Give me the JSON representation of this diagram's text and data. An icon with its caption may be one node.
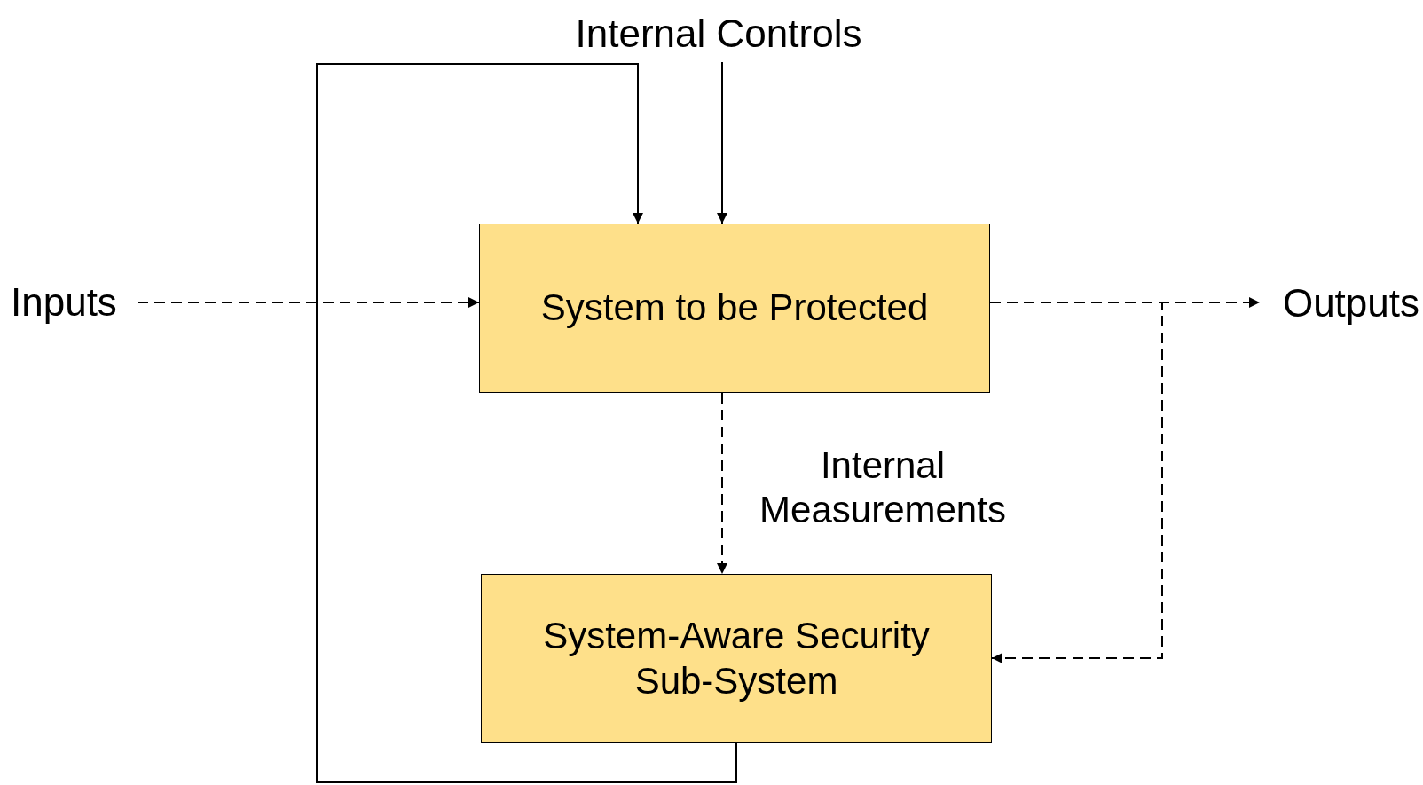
{
  "diagram": {
    "nodes": [
      {
        "text": [
          "Inputs"
        ]
      },
      {
        "text": [
          "Internal Controls"
        ]
      },
      {
        "text": [
          "System to be Protected"
        ]
      },
      {
        "text": [
          "Outputs"
        ]
      },
      {
        "text": [
          "System-Aware Security Sub-System"
        ]
      }
    ],
    "edges": [
      {
        "from": 0,
        "to": 2,
        "arrow": "to",
        "style": "dashed"
      },
      {
        "from": 1,
        "to": 2,
        "arrow": "to"
      },
      {
        "from": 2,
        "to": 3,
        "arrow": "to",
        "style": "dashed"
      },
      {
        "from": 2,
        "to": 4,
        "arrow": "to",
        "style": "dashed",
        "label": "Internal Measurements"
      },
      {
        "from": 2,
        "to": 4,
        "arrow": "to",
        "style": "dashed"
      },
      {
        "from": 4,
        "to": 2,
        "arrow": "to"
      }
    ]
  }
}
